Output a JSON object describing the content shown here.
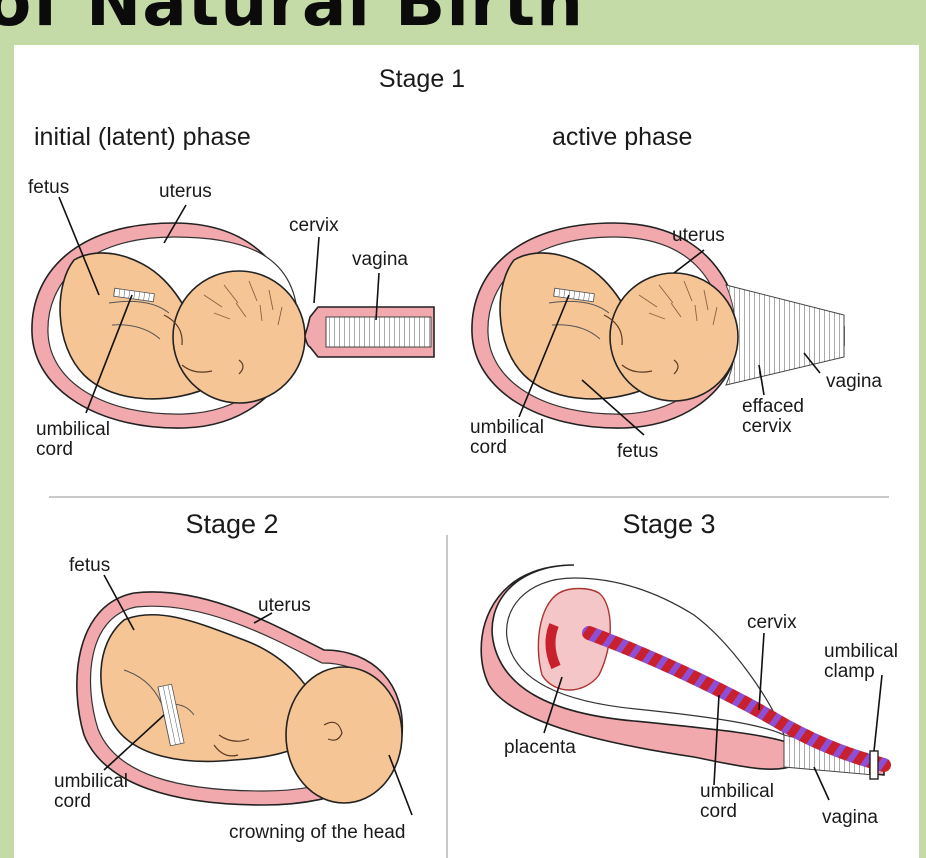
{
  "title": "of Natural Birth",
  "stage1": {
    "heading": "Stage 1",
    "latent": {
      "heading": "initial (latent) phase",
      "fetus": "fetus",
      "uterus": "uterus",
      "cervix": "cervix",
      "vagina": "vagina",
      "cord_line1": "umbilical",
      "cord_line2": "cord"
    },
    "active": {
      "heading": "active phase",
      "uterus": "uterus",
      "vagina": "vagina",
      "effaced_line1": "effaced",
      "effaced_line2": "cervix",
      "cord_line1": "umbilical",
      "cord_line2": "cord",
      "fetus": "fetus"
    }
  },
  "stage2": {
    "heading": "Stage 2",
    "fetus": "fetus",
    "uterus": "uterus",
    "cord_line1": "umbilical",
    "cord_line2": "cord",
    "crowning": "crowning of the head"
  },
  "stage3": {
    "heading": "Stage 3",
    "cervix": "cervix",
    "clamp_line1": "umbilical",
    "clamp_line2": "clamp",
    "placenta": "placenta",
    "cord_line1": "umbilical",
    "cord_line2": "cord",
    "vagina": "vagina"
  },
  "colors": {
    "frame_green": "#c4dba8",
    "skin": "#f6c596",
    "uterus_pink": "#f2a9ad",
    "cord_red": "#c8202c",
    "cord_purple": "#8c4fd6"
  }
}
